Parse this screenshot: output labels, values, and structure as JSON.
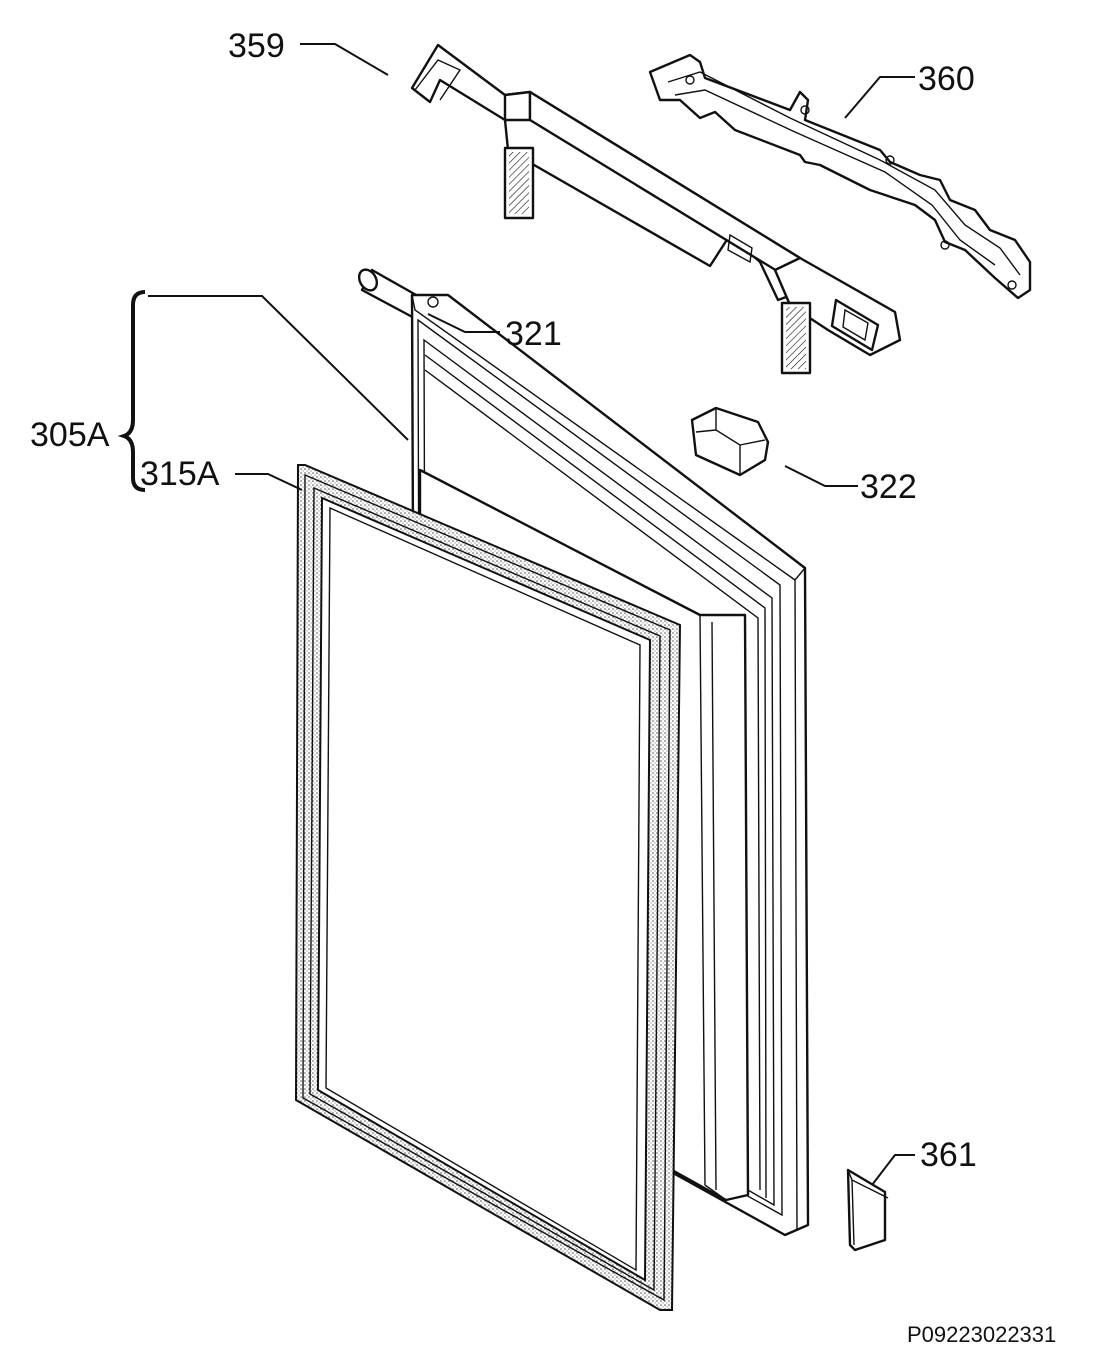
{
  "labels": {
    "p359": "359",
    "p360": "360",
    "p321": "321",
    "p305A": "305A",
    "p315A": "315A",
    "p322": "322",
    "p361": "361"
  },
  "drawing_code": "P09223022331"
}
